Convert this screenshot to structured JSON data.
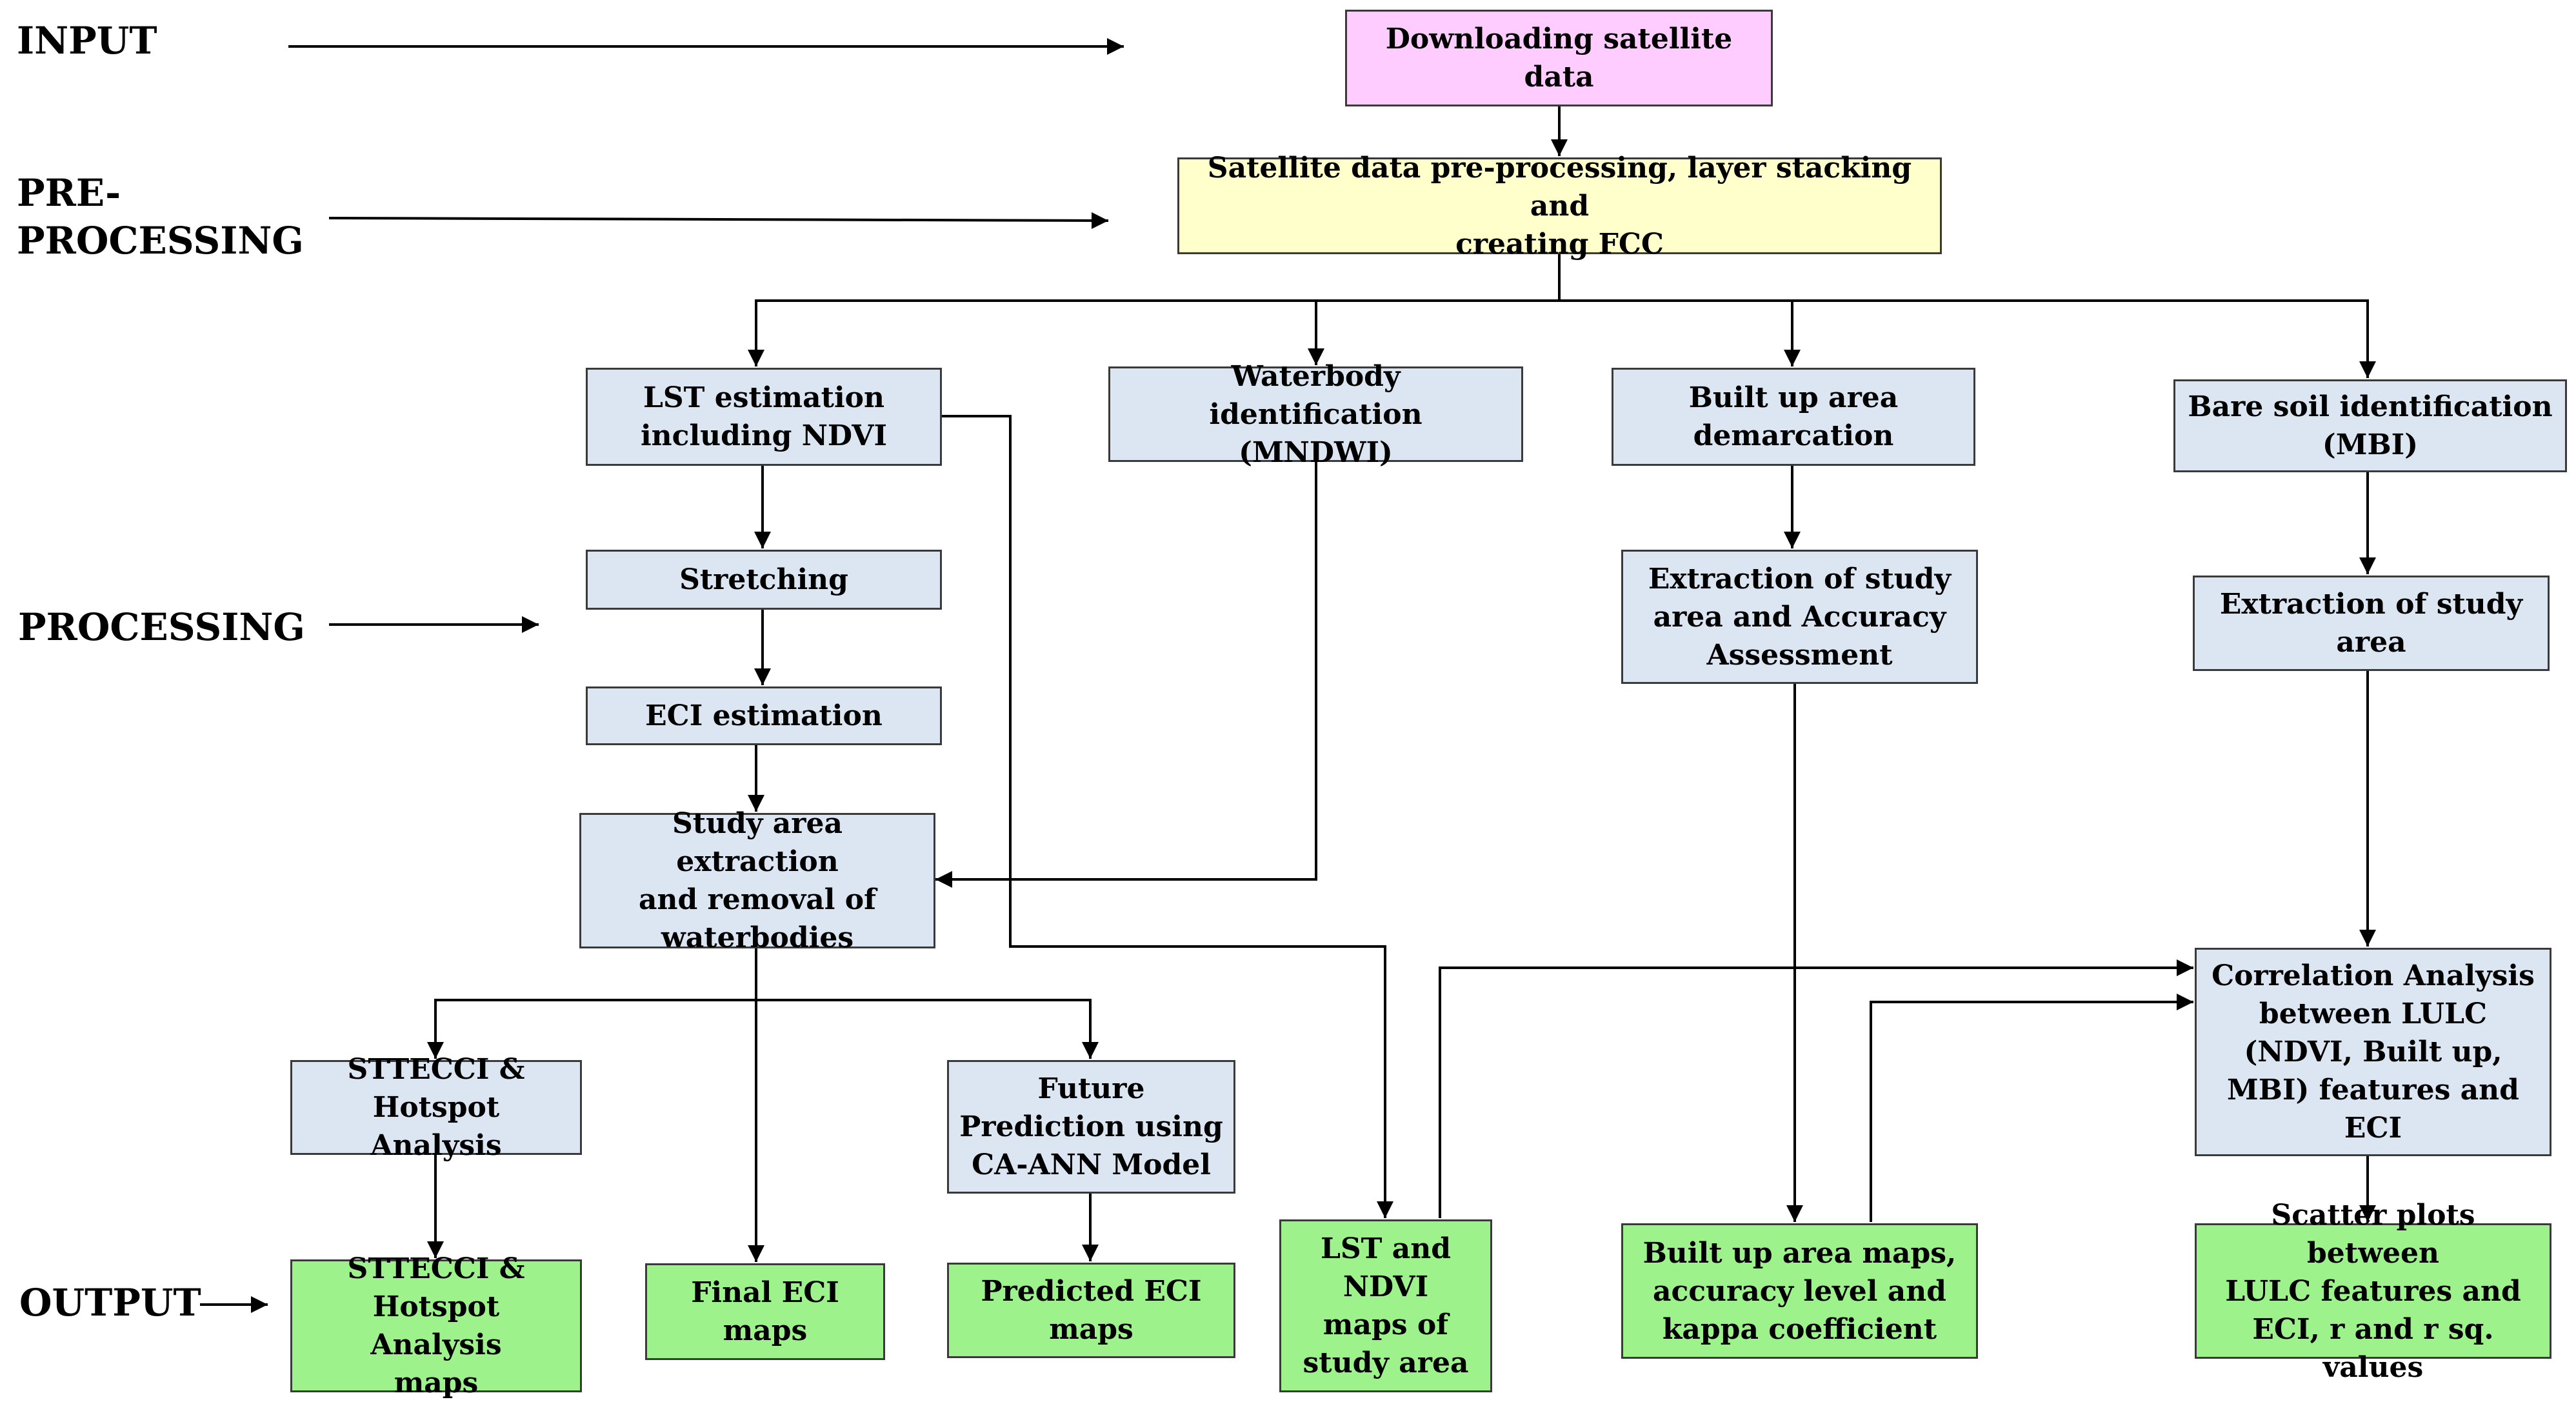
{
  "stages": {
    "input": "INPUT",
    "preprocessing": "PRE-\nPROCESSING",
    "processing": "PROCESSING",
    "output": "OUTPUT"
  },
  "boxes": {
    "download": "Downloading satellite\ndata",
    "preprocess": "Satellite data pre-processing, layer stacking and\ncreating FCC",
    "lst": "LST estimation\nincluding NDVI",
    "waterbody": "Waterbody identification\n(MNDWI)",
    "builtup": "Built up area\ndemarcation",
    "baresoil": "Bare soil identification\n(MBI)",
    "stretching": "Stretching",
    "eci_est": "ECI estimation",
    "extract_builtup": "Extraction of study\narea and Accuracy\nAssessment",
    "extract_bare": "Extraction of study\narea",
    "study_area": "Study area extraction\nand removal of\nwaterbodies",
    "sttecci": "STTECCI &\nHotspot Analysis",
    "future": "Future\nPrediction using\nCA-ANN Model",
    "correlation": "Correlation Analysis\nbetween LULC\n(NDVI, Built up,\nMBI) features and\nECI",
    "out_sttecci": "STTECCI &\nHotspot Analysis\nmaps",
    "out_final": "Final ECI\nmaps",
    "out_predicted": "Predicted ECI\nmaps",
    "out_lst": "LST and\nNDVI\nmaps of\nstudy area",
    "out_builtup": "Built up area maps,\naccuracy level and\nkappa coefficient",
    "out_scatter": "Scatter plots between\nLULC features and\nECI, r and r sq. values"
  },
  "colors": {
    "input_fill": "#ffccff",
    "preprocess_fill": "#ffffcc",
    "process_fill": "#dce6f2",
    "output_fill": "#9ef28c",
    "line": "#000000"
  }
}
